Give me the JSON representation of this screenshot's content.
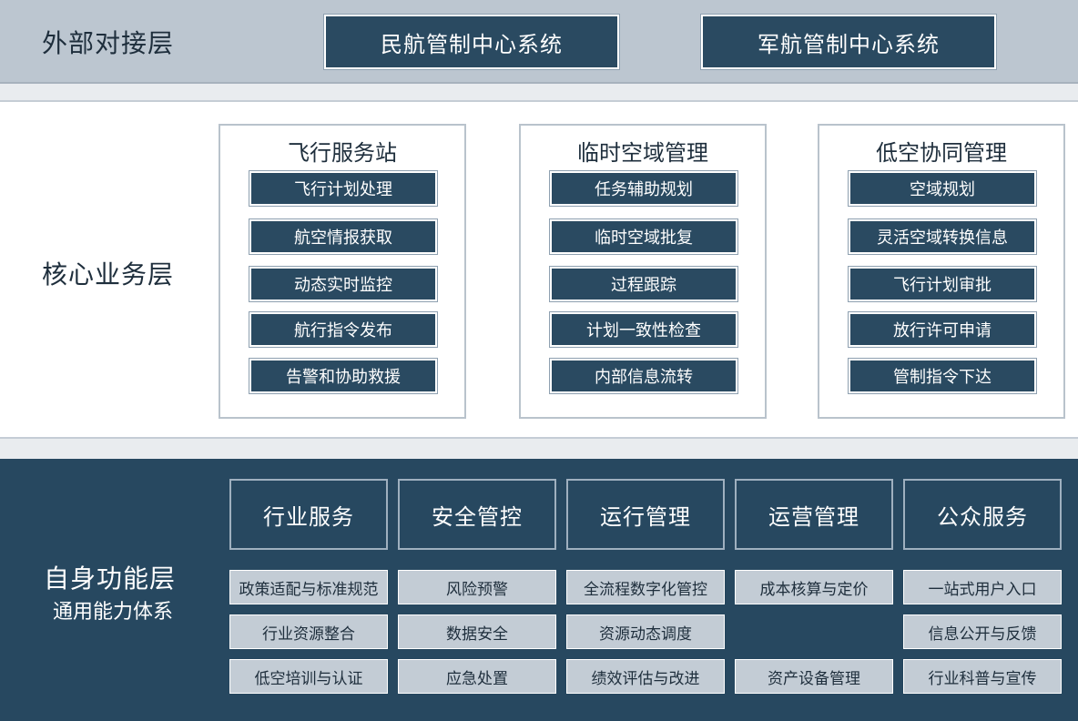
{
  "external_layer": {
    "title": "外部对接层",
    "systems": [
      "民航管制中心系统",
      "军航管制中心系统"
    ]
  },
  "core_layer": {
    "title": "核心业务层",
    "groups": [
      {
        "title": "飞行服务站",
        "items": [
          "飞行计划处理",
          "航空情报获取",
          "动态实时监控",
          "航行指令发布",
          "告警和协助救援"
        ]
      },
      {
        "title": "临时空域管理",
        "items": [
          "任务辅助规划",
          "临时空域批复",
          "过程跟踪",
          "计划一致性检查",
          "内部信息流转"
        ]
      },
      {
        "title": "低空协同管理",
        "items": [
          "空域规划",
          "灵活空域转换信息",
          "飞行计划审批",
          "放行许可申请",
          "管制指令下达"
        ]
      }
    ]
  },
  "self_layer": {
    "title": "自身功能层",
    "subtitle": "通用能力体系",
    "columns": [
      {
        "title": "行业服务",
        "items": [
          "政策适配与标准规范",
          "行业资源整合",
          "低空培训与认证"
        ]
      },
      {
        "title": "安全管控",
        "items": [
          "风险预警",
          "数据安全",
          "应急处置"
        ]
      },
      {
        "title": "运行管理",
        "items": [
          "全流程数字化管控",
          "资源动态调度",
          "绩效评估与改进"
        ]
      },
      {
        "title": "运营管理",
        "items": [
          "成本核算与定价",
          "资产设备管理"
        ]
      },
      {
        "title": "公众服务",
        "items": [
          "一站式用户入口",
          "信息公开与反馈",
          "行业科普与宣传"
        ]
      }
    ]
  }
}
